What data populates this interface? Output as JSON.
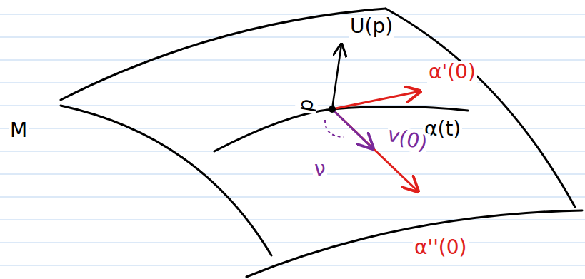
{
  "diagram": {
    "labels": [
      "M",
      "U(p)",
      "p",
      "α'(0)",
      "α(t)",
      "v(0)",
      "ν",
      "α''(0)"
    ]
  }
}
